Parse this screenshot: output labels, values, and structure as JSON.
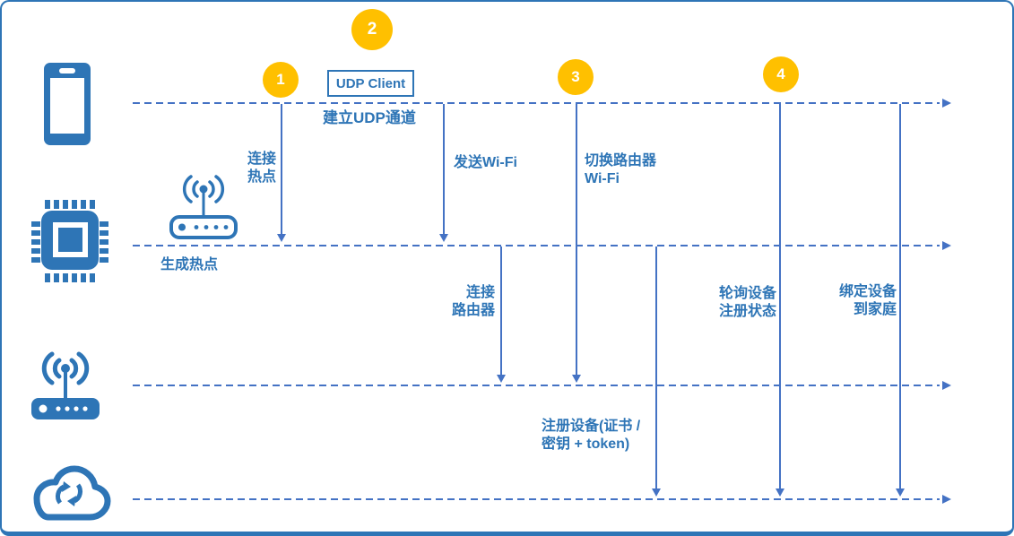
{
  "diagram": {
    "title_hint": "device-provisioning-sequence",
    "colors": {
      "accent_blue": "#2E75B6",
      "line_blue": "#4472C4",
      "badge_orange": "#FFC000"
    },
    "badges": [
      {
        "label": "1"
      },
      {
        "label": "2"
      },
      {
        "label": "3"
      },
      {
        "label": "4"
      }
    ],
    "udp_client_box": "UDP Client",
    "actors": [
      {
        "icon": "smartphone-icon"
      },
      {
        "icon": "chip-icon"
      },
      {
        "icon": "wifi-router-icon"
      },
      {
        "icon": "cloud-sync-icon"
      }
    ],
    "hotspot_icon": "hotspot-icon",
    "messages": {
      "establish_udp": "建立UDP通道",
      "connect_hotspot": "连接\n热点",
      "send_wifi": "发送Wi-Fi",
      "switch_router_wifi": "切换路由器\nWi-Fi",
      "generate_hotspot": "生成热点",
      "connect_router": "连接\n路由器",
      "poll_registration": "轮询设备\n注册状态",
      "bind_to_home": "绑定设备\n到家庭",
      "register_device": "注册设备(证书 /\n密钥 + token)"
    }
  }
}
